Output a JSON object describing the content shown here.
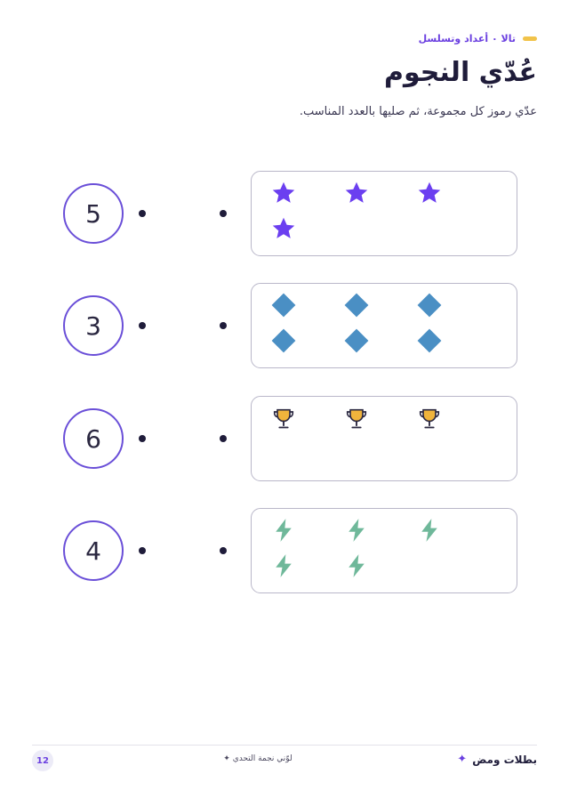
{
  "header": {
    "kicker": "تالا ٠ أعداد وتسلسل",
    "title": "عُدّي النجوم",
    "instruction": "عدّي رموز كل مجموعة، ثم صليها بالعدد المناسب."
  },
  "rows": [
    {
      "number": "5",
      "icon": "star-icon",
      "count": 4,
      "color": "#6b3ff0"
    },
    {
      "number": "3",
      "icon": "diamond-icon",
      "count": 6,
      "color": "#4a8fc4"
    },
    {
      "number": "6",
      "icon": "trophy-icon",
      "count": 3,
      "color": "#f0b43c"
    },
    {
      "number": "4",
      "icon": "lightning-icon",
      "count": 5,
      "color": "#6fb89a"
    }
  ],
  "footer": {
    "brand": "بطلات ومض",
    "brand_icon": "sparkle-icon",
    "center": "لوّني نجمة التحدي ✦",
    "page_number": "12"
  }
}
